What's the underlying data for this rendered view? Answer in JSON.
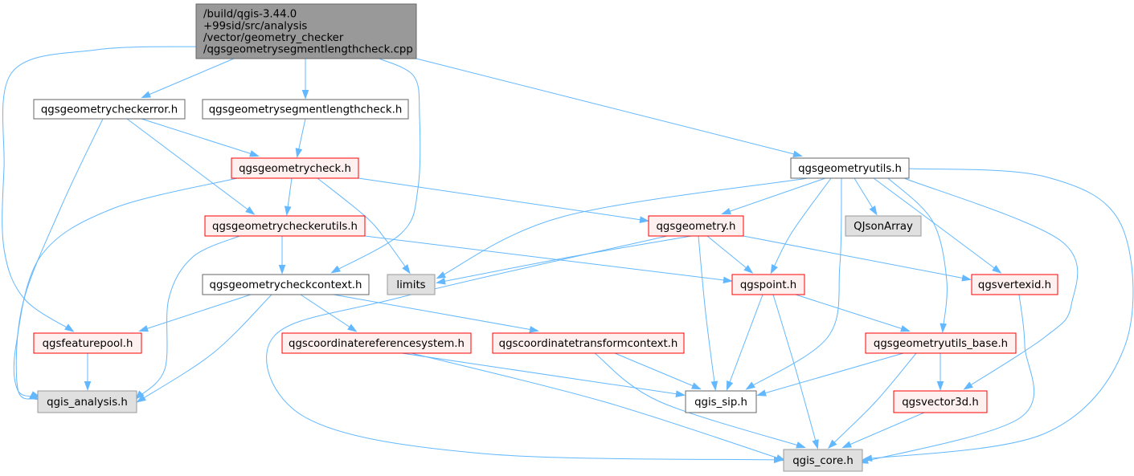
{
  "colors": {
    "edge": "#63b8ff",
    "root_fill": "#999999",
    "root_border": "#666666",
    "normal_fill": "#ffffff",
    "normal_border": "#666666",
    "truncated_fill": "#fff0f0",
    "truncated_border": "#ff0000",
    "external_fill": "#e0e0e0",
    "external_border": "#999999"
  },
  "nodes": [
    {
      "id": "root",
      "style": "root",
      "lines": [
        "/build/qgis-3.44.0",
        "+99sid/src/analysis",
        "/vector/geometry_checker",
        "/qgsgeometrysegmentlengthcheck.cpp"
      ]
    },
    {
      "id": "checkerror",
      "style": "normal",
      "lines": [
        "qgsgeometrycheckerror.h"
      ]
    },
    {
      "id": "segmentlengthcheck",
      "style": "normal",
      "lines": [
        "qgsgeometrysegmentlengthcheck.h"
      ]
    },
    {
      "id": "geometryutils",
      "style": "normal",
      "lines": [
        "qgsgeometryutils.h"
      ]
    },
    {
      "id": "geometrycheck",
      "style": "truncated",
      "lines": [
        "qgsgeometrycheck.h"
      ]
    },
    {
      "id": "checkerutils",
      "style": "truncated",
      "lines": [
        "qgsgeometrycheckerutils.h"
      ]
    },
    {
      "id": "geometry",
      "style": "truncated",
      "lines": [
        "qgsgeometry.h"
      ]
    },
    {
      "id": "qjsonarray",
      "style": "external",
      "lines": [
        "QJsonArray"
      ]
    },
    {
      "id": "checkcontext",
      "style": "normal",
      "lines": [
        "qgsgeometrycheckcontext.h"
      ]
    },
    {
      "id": "limits",
      "style": "external",
      "lines": [
        "limits"
      ]
    },
    {
      "id": "qgspoint",
      "style": "truncated",
      "lines": [
        "qgspoint.h"
      ]
    },
    {
      "id": "vertexid",
      "style": "truncated",
      "lines": [
        "qgsvertexid.h"
      ]
    },
    {
      "id": "featurepool",
      "style": "truncated",
      "lines": [
        "qgsfeaturepool.h"
      ]
    },
    {
      "id": "crs",
      "style": "truncated",
      "lines": [
        "qgscoordinatereferencesystem.h"
      ]
    },
    {
      "id": "transformcontext",
      "style": "truncated",
      "lines": [
        "qgscoordinatetransformcontext.h"
      ]
    },
    {
      "id": "utilsbase",
      "style": "truncated",
      "lines": [
        "qgsgeometryutils_base.h"
      ]
    },
    {
      "id": "analysis",
      "style": "external",
      "lines": [
        "qgis_analysis.h"
      ]
    },
    {
      "id": "sip",
      "style": "normal",
      "lines": [
        "qgis_sip.h"
      ]
    },
    {
      "id": "vector3d",
      "style": "truncated",
      "lines": [
        "qgsvector3d.h"
      ]
    },
    {
      "id": "core",
      "style": "external",
      "lines": [
        "qgis_core.h"
      ]
    }
  ],
  "edges": [
    [
      "root",
      "checkerror"
    ],
    [
      "root",
      "segmentlengthcheck"
    ],
    [
      "root",
      "geometryutils"
    ],
    [
      "root",
      "featurepool"
    ],
    [
      "root",
      "checkcontext"
    ],
    [
      "checkerror",
      "geometrycheck"
    ],
    [
      "checkerror",
      "checkerutils"
    ],
    [
      "checkerror",
      "analysis"
    ],
    [
      "segmentlengthcheck",
      "geometrycheck"
    ],
    [
      "geometrycheck",
      "checkerutils"
    ],
    [
      "geometrycheck",
      "geometry"
    ],
    [
      "geometrycheck",
      "limits"
    ],
    [
      "geometrycheck",
      "analysis"
    ],
    [
      "checkerutils",
      "checkcontext"
    ],
    [
      "checkerutils",
      "qgspoint"
    ],
    [
      "checkerutils",
      "analysis"
    ],
    [
      "geometryutils",
      "geometry"
    ],
    [
      "geometryutils",
      "qjsonarray"
    ],
    [
      "geometryutils",
      "limits"
    ],
    [
      "geometryutils",
      "qgspoint"
    ],
    [
      "geometryutils",
      "vertexid"
    ],
    [
      "geometryutils",
      "utilsbase"
    ],
    [
      "geometryutils",
      "sip"
    ],
    [
      "geometryutils",
      "vector3d"
    ],
    [
      "geometryutils",
      "core"
    ],
    [
      "geometry",
      "limits"
    ],
    [
      "geometry",
      "qgspoint"
    ],
    [
      "geometry",
      "vertexid"
    ],
    [
      "geometry",
      "sip"
    ],
    [
      "geometry",
      "core"
    ],
    [
      "checkcontext",
      "featurepool"
    ],
    [
      "checkcontext",
      "crs"
    ],
    [
      "checkcontext",
      "transformcontext"
    ],
    [
      "checkcontext",
      "analysis"
    ],
    [
      "qgspoint",
      "utilsbase"
    ],
    [
      "qgspoint",
      "sip"
    ],
    [
      "qgspoint",
      "core"
    ],
    [
      "vertexid",
      "core"
    ],
    [
      "featurepool",
      "analysis"
    ],
    [
      "crs",
      "sip"
    ],
    [
      "crs",
      "core"
    ],
    [
      "transformcontext",
      "sip"
    ],
    [
      "transformcontext",
      "core"
    ],
    [
      "utilsbase",
      "vector3d"
    ],
    [
      "utilsbase",
      "sip"
    ],
    [
      "utilsbase",
      "core"
    ],
    [
      "vector3d",
      "core"
    ]
  ]
}
